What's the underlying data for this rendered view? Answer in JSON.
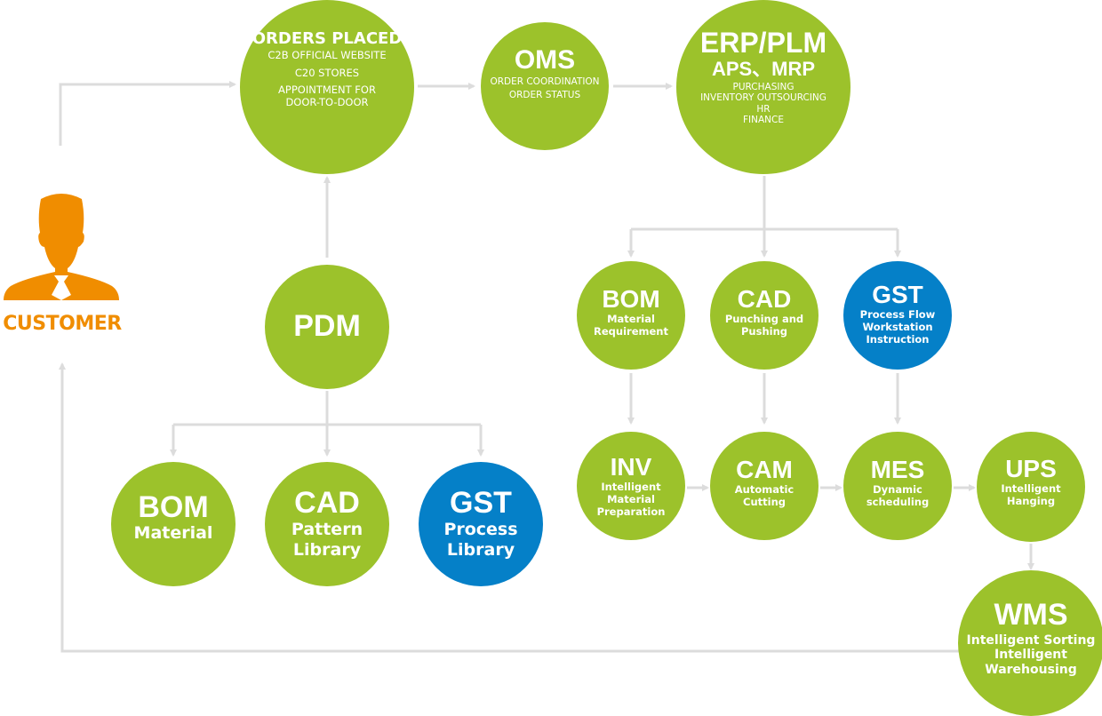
{
  "colors": {
    "green": "#9cc22b",
    "blue": "#0580c8",
    "customer_orange": "#f08d00",
    "connector_gray": "#dcdcdc"
  },
  "customer": {
    "label": "CUSTOMER",
    "icon": "businessman-icon"
  },
  "nodes": {
    "orders_placed": {
      "title": "ORDERS PLACED",
      "lines": [
        "C2B OFFICIAL WEBSITE",
        "C20 STORES",
        "APPOINTMENT FOR",
        "DOOR-TO-DOOR"
      ]
    },
    "oms": {
      "title": "OMS",
      "lines": [
        "ORDER COORDINATION",
        "ORDER STATUS"
      ]
    },
    "erp_plm": {
      "title": "ERP/PLM",
      "subtitle": "APS、MRP",
      "lines": [
        "PURCHASING",
        "INVENTORY OUTSOURCING",
        "HR",
        "FINANCE"
      ]
    },
    "pdm": {
      "title": "PDM"
    },
    "pdm_bom": {
      "title": "BOM",
      "lines": [
        "Material"
      ]
    },
    "pdm_cad": {
      "title": "CAD",
      "lines": [
        "Pattern",
        "Library"
      ]
    },
    "pdm_gst": {
      "title": "GST",
      "lines": [
        "Process",
        "Library"
      ]
    },
    "erp_bom": {
      "title": "BOM",
      "lines": [
        "Material",
        "Requirement"
      ]
    },
    "erp_cad": {
      "title": "CAD",
      "lines": [
        "Punching and",
        "Pushing"
      ]
    },
    "erp_gst": {
      "title": "GST",
      "lines": [
        "Process Flow",
        "Workstation",
        "Instruction"
      ]
    },
    "inv": {
      "title": "INV",
      "lines": [
        "Intelligent",
        "Material",
        "Preparation"
      ]
    },
    "cam": {
      "title": "CAM",
      "lines": [
        "Automatic",
        "Cutting"
      ]
    },
    "mes": {
      "title": "MES",
      "lines": [
        "Dynamic",
        "scheduling"
      ]
    },
    "ups": {
      "title": "UPS",
      "lines": [
        "Intelligent",
        "Hanging"
      ]
    },
    "wms": {
      "title": "WMS",
      "lines": [
        "Intelligent Sorting",
        "Intelligent",
        "Warehousing"
      ]
    }
  },
  "edges": [
    {
      "from": "customer",
      "to": "orders_placed"
    },
    {
      "from": "orders_placed",
      "to": "oms"
    },
    {
      "from": "oms",
      "to": "erp_plm"
    },
    {
      "from": "pdm",
      "to": "orders_placed"
    },
    {
      "from": "pdm",
      "to": "pdm_bom"
    },
    {
      "from": "pdm",
      "to": "pdm_cad"
    },
    {
      "from": "pdm",
      "to": "pdm_gst"
    },
    {
      "from": "erp_plm",
      "to": "erp_bom"
    },
    {
      "from": "erp_plm",
      "to": "erp_cad"
    },
    {
      "from": "erp_plm",
      "to": "erp_gst"
    },
    {
      "from": "erp_bom",
      "to": "inv"
    },
    {
      "from": "erp_cad",
      "to": "cam"
    },
    {
      "from": "erp_gst",
      "to": "mes"
    },
    {
      "from": "inv",
      "to": "cam"
    },
    {
      "from": "cam",
      "to": "mes"
    },
    {
      "from": "mes",
      "to": "ups"
    },
    {
      "from": "ups",
      "to": "wms"
    },
    {
      "from": "wms",
      "to": "customer"
    }
  ]
}
